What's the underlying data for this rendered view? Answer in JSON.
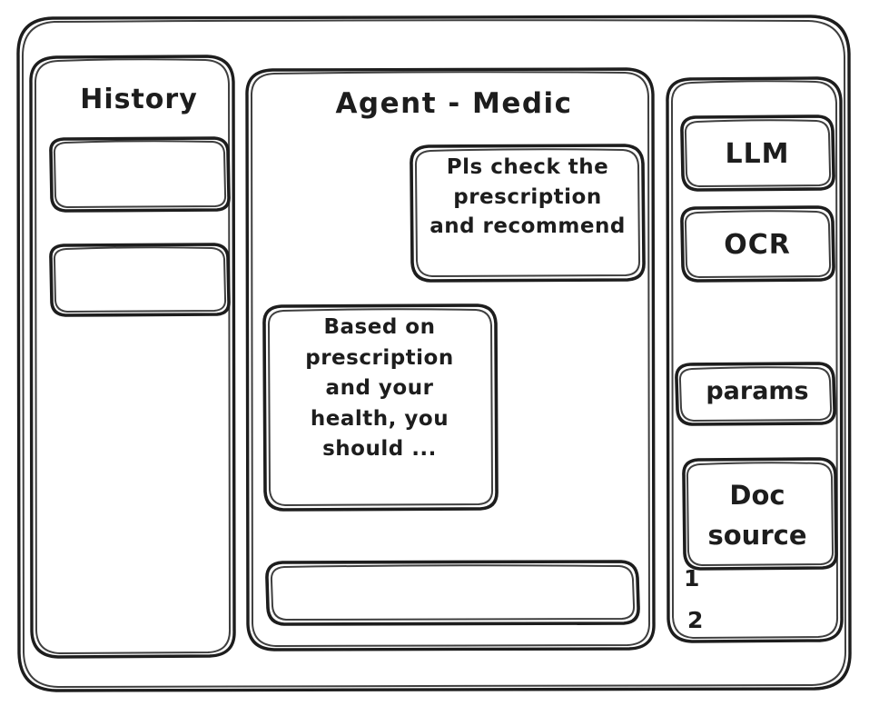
{
  "app": {
    "frame_name": "app-window",
    "stroke_color": "#1d1d1d",
    "background_color": "#ffffff"
  },
  "sidebar_left": {
    "title": "History",
    "items": [
      {
        "label": "",
        "name": "history-item-1"
      },
      {
        "label": "",
        "name": "history-item-2"
      }
    ]
  },
  "main": {
    "title": "Agent - Medic",
    "messages": [
      {
        "role": "user",
        "text": "Pls check the\nprescription\nand recommend"
      },
      {
        "role": "assistant",
        "text": "Based on\nprescription\nand your\nhealth, you\nshould ..."
      }
    ],
    "composer": {
      "value": "",
      "placeholder": ""
    }
  },
  "sidebar_right": {
    "tools": [
      {
        "label": "LLM",
        "name": "tool-llm"
      },
      {
        "label": "OCR",
        "name": "tool-ocr"
      },
      {
        "label": "params",
        "name": "tool-params"
      },
      {
        "label": "Doc\nsource",
        "name": "tool-doc-source"
      }
    ],
    "doc_sources": [
      {
        "label": "1"
      },
      {
        "label": "2"
      }
    ]
  }
}
